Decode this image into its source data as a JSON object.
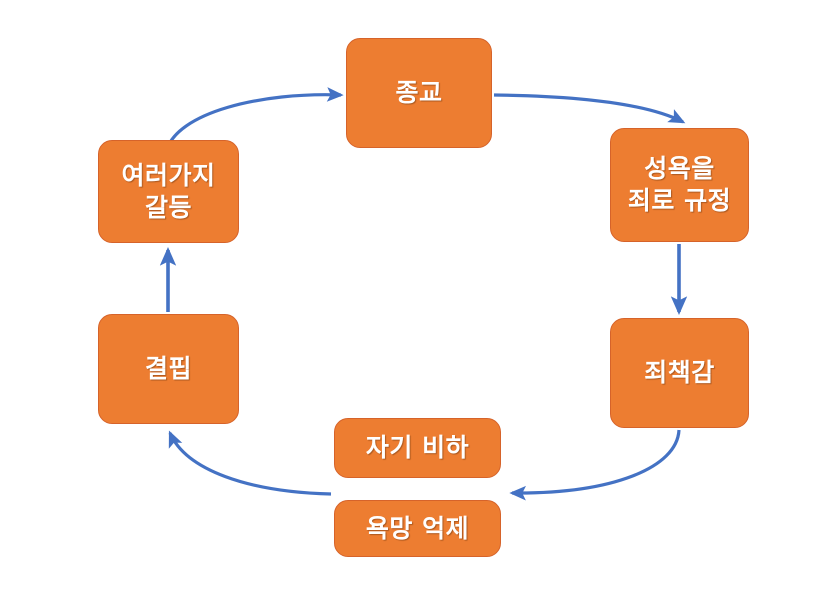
{
  "diagram": {
    "title": "",
    "type": "cycle-flowchart",
    "background_color": "#FFFFFF",
    "node_fill_color": "#ED7D31",
    "node_text_color": "#FFFFFF",
    "arrow_color": "#4472C4",
    "nodes": [
      {
        "id": "religion",
        "label": "종교"
      },
      {
        "id": "sin",
        "label": "성욕을\n죄로 규정"
      },
      {
        "id": "guilt",
        "label": "죄책감"
      },
      {
        "id": "selfdeprecate",
        "label": "자기 비하"
      },
      {
        "id": "suppress",
        "label": "욕망 억제"
      },
      {
        "id": "lack",
        "label": "결핍"
      },
      {
        "id": "conflicts",
        "label": "여러가지\n갈등"
      }
    ],
    "edges": [
      {
        "id": "edge-conflicts-religion",
        "from": "conflicts",
        "to": "religion",
        "shape": "curved"
      },
      {
        "id": "edge-religion-sin",
        "from": "religion",
        "to": "sin",
        "shape": "curved"
      },
      {
        "id": "edge-sin-guilt",
        "from": "sin",
        "to": "guilt",
        "shape": "straight"
      },
      {
        "id": "edge-guilt-suppress",
        "from": "guilt",
        "to": "selfdeprecate",
        "shape": "curved"
      },
      {
        "id": "edge-suppress-lack",
        "from": "suppress",
        "to": "lack",
        "shape": "curved"
      },
      {
        "id": "edge-lack-conflicts",
        "from": "lack",
        "to": "conflicts",
        "shape": "straight"
      }
    ]
  }
}
